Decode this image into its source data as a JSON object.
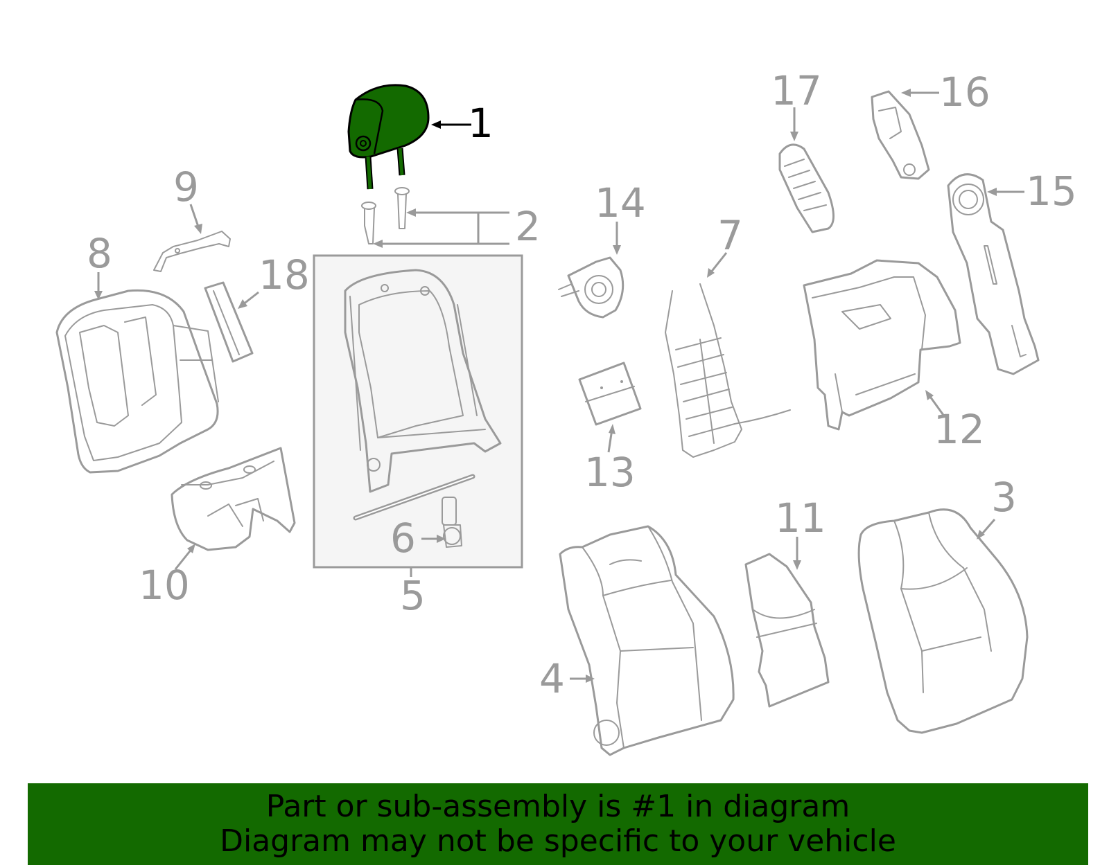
{
  "callouts": [
    {
      "n": "1",
      "highlight": true
    },
    {
      "n": "2"
    },
    {
      "n": "3"
    },
    {
      "n": "4"
    },
    {
      "n": "5"
    },
    {
      "n": "6"
    },
    {
      "n": "7"
    },
    {
      "n": "8"
    },
    {
      "n": "9"
    },
    {
      "n": "10"
    },
    {
      "n": "11"
    },
    {
      "n": "12"
    },
    {
      "n": "13"
    },
    {
      "n": "14"
    },
    {
      "n": "15"
    },
    {
      "n": "16"
    },
    {
      "n": "17"
    },
    {
      "n": "18"
    }
  ],
  "colors": {
    "highlight_part": "#136a00",
    "banner": "#136a00",
    "line_art": "#9a9a9a",
    "frame_box_fill": "#f5f5f5"
  },
  "banner": {
    "line1": "Part or sub-assembly is #1 in diagram",
    "line2": "Diagram may not be specific to your vehicle"
  }
}
